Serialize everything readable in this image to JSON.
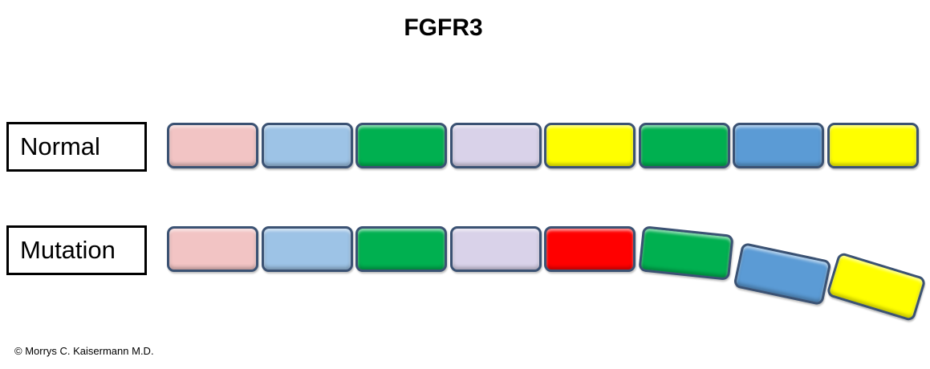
{
  "title": "FGFR3",
  "rows": [
    {
      "label": "Normal",
      "segments": [
        {
          "name": "pink",
          "color": "#f2c4c4"
        },
        {
          "name": "light-blue",
          "color": "#9dc3e6"
        },
        {
          "name": "green",
          "color": "#00b050"
        },
        {
          "name": "lavender",
          "color": "#d9d2e9"
        },
        {
          "name": "yellow",
          "color": "#ffff00"
        },
        {
          "name": "green",
          "color": "#00b050"
        },
        {
          "name": "blue",
          "color": "#5b9bd5"
        },
        {
          "name": "yellow",
          "color": "#ffff00"
        }
      ]
    },
    {
      "label": "Mutation",
      "segments": [
        {
          "name": "pink",
          "color": "#f2c4c4"
        },
        {
          "name": "light-blue",
          "color": "#9dc3e6"
        },
        {
          "name": "green",
          "color": "#00b050"
        },
        {
          "name": "lavender",
          "color": "#d9d2e9"
        },
        {
          "name": "red",
          "color": "#ff0000"
        },
        {
          "name": "green",
          "color": "#00b050"
        },
        {
          "name": "blue",
          "color": "#5b9bd5"
        },
        {
          "name": "yellow",
          "color": "#ffff00"
        }
      ]
    }
  ],
  "copyright": "© Morrys C. Kaisermann M.D."
}
